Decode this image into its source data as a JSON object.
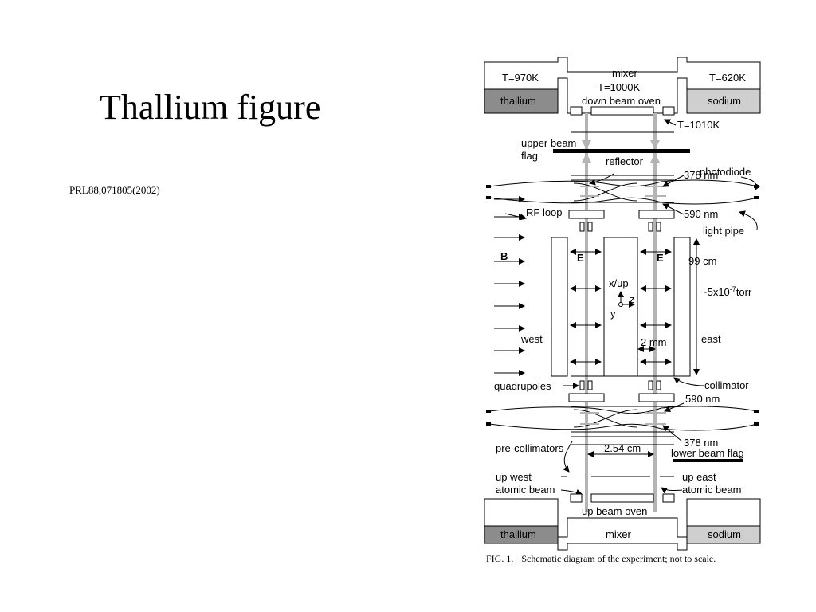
{
  "slide": {
    "title": "Thallium figure",
    "reference": "PRL88,071805(2002)"
  },
  "figure": {
    "labels": {
      "t970": "T=970K",
      "mixer_top": "mixer",
      "t1000": "T=1000K",
      "t620": "T=620K",
      "thallium_top": "thallium",
      "down_beam_oven": "down beam oven",
      "sodium_top": "sodium",
      "t1010": "T=1010K",
      "upper_beam": "upper beam",
      "flag": "flag",
      "reflector": "reflector",
      "photodiode": "photodiode",
      "nm378_top": "378 nm",
      "rf_loop": "RF loop",
      "nm590_top": "590 nm",
      "light_pipe": "light pipe",
      "B": "B",
      "E_left": "E",
      "E_right": "E",
      "cm99": "99 cm",
      "xup": "x/up",
      "z": "z",
      "y": "y",
      "torr_base": "~5x10",
      "torr_exp": "-7",
      "torr_unit": "torr",
      "west": "west",
      "mm2": "2 mm",
      "east": "east",
      "collimator": "collimator",
      "quadrupoles": "quadrupoles",
      "nm590_bottom": "590 nm",
      "pre_collimators": "pre-collimators",
      "cm254": "2.54 cm",
      "nm378_bottom": "378 nm",
      "lower_beam_flag": "lower beam flag",
      "up_west": "up west",
      "atomic_beam_left": "atomic beam",
      "up_east": "up east",
      "atomic_beam_right": "atomic beam",
      "up_beam_oven": "up beam oven",
      "thallium_bottom": "thallium",
      "mixer_bottom": "mixer",
      "sodium_bottom": "sodium"
    },
    "caption_prefix": "FIG. 1.",
    "caption_text": "Schematic diagram of the experiment; not to scale.",
    "colors": {
      "thallium_fill": "#8c8c8c",
      "sodium_fill": "#cfcfcf",
      "beam_gray": "#b4b4b4"
    }
  }
}
